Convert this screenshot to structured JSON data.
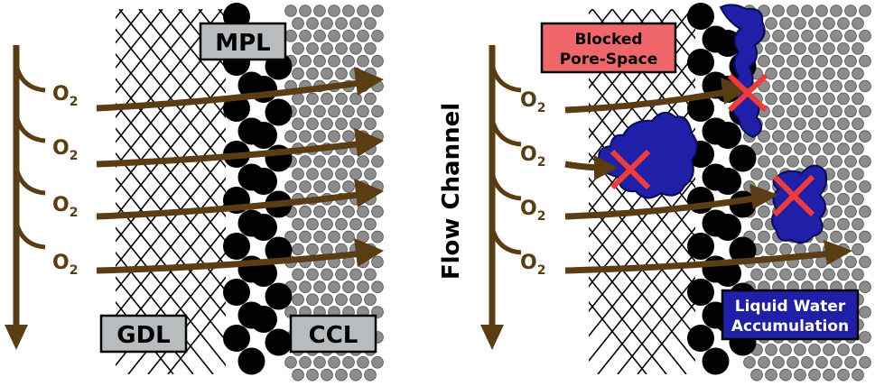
{
  "left_panel": {
    "labels": {
      "mpl": "MPL",
      "gdl": "GDL",
      "ccl": "CCL"
    },
    "o2_labels": [
      "O",
      "O",
      "O",
      "O"
    ],
    "o2_subscript": "2"
  },
  "right_panel": {
    "flow_channel_label": "Flow Channel",
    "blocked_label_line1": "Blocked",
    "blocked_label_line2": "Pore-Space",
    "water_label_line1": "Liquid Water",
    "water_label_line2": "Accumulation",
    "o2_labels": [
      "O",
      "O",
      "O",
      "O"
    ],
    "o2_subscript": "2"
  },
  "colors": {
    "arrow_brown": "#5a3d12",
    "gdl_lines": "#000000",
    "mpl_particles": "#000000",
    "ccl_particles": "#8c8c8c",
    "label_box_fill": "#b9bcbe",
    "blocked_box_fill": "#f0676b",
    "water_fill": "#1f1fa8",
    "cross_red": "#ee3b3b"
  }
}
